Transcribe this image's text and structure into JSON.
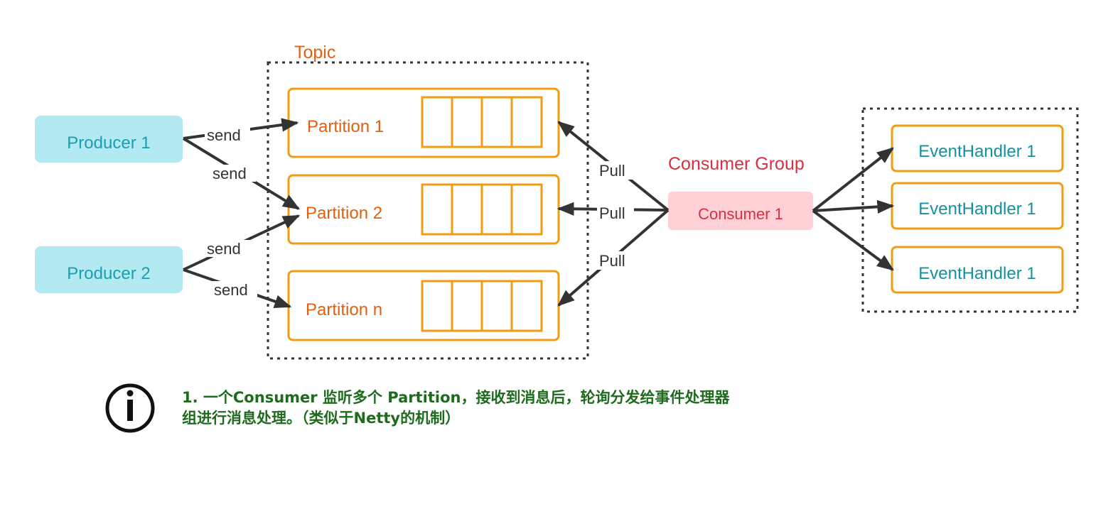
{
  "topic": {
    "title": "Topic"
  },
  "producers": [
    {
      "label": "Producer 1"
    },
    {
      "label": "Producer 2"
    }
  ],
  "partitions": [
    {
      "label": "Partition 1"
    },
    {
      "label": "Partition 2"
    },
    {
      "label": "Partition n"
    }
  ],
  "send_labels": [
    "send",
    "send",
    "send",
    "send"
  ],
  "pull_labels": [
    "Pull",
    "Pull",
    "Pull"
  ],
  "consumer_group": {
    "title": "Consumer Group",
    "consumer": "Consumer 1"
  },
  "handlers": [
    {
      "label": "EventHandler 1"
    },
    {
      "label": "EventHandler 1"
    },
    {
      "label": "EventHandler 1"
    }
  ],
  "note": {
    "icon": "info-icon",
    "line1": "1. 一个Consumer 监听多个 Partition，接收到消息后，轮询分发给事件处理器",
    "line2": "组进行消息处理。（类似于Netty的机制）"
  },
  "colors": {
    "orange": "#f39c12",
    "orange_text": "#e2600f",
    "producer_bg": "#b3eaf1",
    "producer_text": "#1a9fb0",
    "consumer_bg": "#ffd1d6",
    "consumer_text": "#d93040",
    "handler_text": "#14919f",
    "arrow": "#333333",
    "note_text": "#1e6b1e"
  }
}
